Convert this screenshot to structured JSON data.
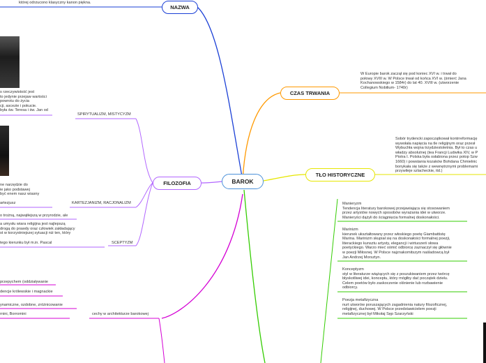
{
  "center": "BAROK",
  "branches": {
    "nazwa": "NAZWA",
    "czas": "CZAS TRWANIA",
    "tlo": "TŁO HISTORYCZNE",
    "filozofia": "FILOZOFIA"
  },
  "texts": {
    "nazwa_top": "której odrzucono klasyczny kanon piękna.",
    "czas": "W Europie barok zaczął się pod koniec XVI w. i trwał do\npołowy XVIII w. W Polsce trwał od końca XVI w. (śmierć Jana\nKochanowskiego w 1584r) do lat 40. XVIII w. (utworzenie\nCollegium Nobilium- 1740r)",
    "tlo": "Sobór trydencki zapoczątkował kontrreformację\nwywołała napięcia na tle religijnym oraz przesł\nWybuchła wojna trzydziestoletnia. Był to czas u\nwładzy absolutnej (tea Francji Ludwika XIV, w P\nPiotra I. Polska była osłabiona przez potop Szw\n1660) i powstania kozaków Bohdana Chmielnic\nbonykała się także z wewnętrznymi problemami\nprzywileje szlacheckie, itd.)",
    "manieryzm": "Manieryzm\nTendencja literatury barokowej przejawiająca się stosowaniem\nprzez artystów nowych sposobów wyrażania idei w utworze.\nManieryści dążyli do ściągnięcia formalnej doskonałości.",
    "marinizm": "Marinizm\nkierunek ukształtowany przez włoskiego poetę Giambattistę\nMarina. Marinizm skupiał się na doskonałości formalnej poezji,\nliterackiego kunsztu artysty, elegancji i wirtuozerii słowa\npoetyckiego. Warzo mieć ośmić odbiorcę zaznaczył się głównie\nw poezji Miłosnej. W Polsce najznakomitszym naśladowcą był\nJan Andrzej Morsztyn.",
    "koncept": "Konceptyzm\nstyl w literaturze wiążących się z poszukiwaniem przez twórcę\nbłyskotliwej idei, konceptu, który mógłby dać początek dziełu.\nCelem poetów było zaskoczenie olśnienie lub rozbawienie\nodbiorcy.",
    "poezja": "Poezja metafizyczna\nnurt utworów poruszających zagadnienia natury filozoficznej,\nreligijnej, duchowej. W Polsce przedstawicielem poezji\nmetafizycznej był Mikołaj Sęp Szarzyński",
    "spir_text": "s rzeczywistość jest\nto jedynie przejaw wartości\n powrotu do życia\ncji, ascezie i pokucie.\nbyła św. Teresa i św. Jan od",
    "kart_text": "ne narzędzie do\nie jako podstawej\n być enem nasz wiasny",
    "kart_cut": "artezjusz",
    "scept_a": "o trożną, najwątłejszą w przyrodzie, ale",
    "scept_b": "a umysłu wiara religijna jest najlepszą\ndrogą do prawdy oraz człowiek zakładający\nst w korzystniejszej sytuacji niż ten, który",
    "scept_c": " tego kierunku był m.in. Pascal",
    "arch_a": "przepychem (oddziaływanie",
    "arch_b": "dencje królewskie i magnackie",
    "arch_c": "ynamiczne, ozdobne, zróżnicowanie",
    "arch_d": "rnini, Borromini"
  },
  "labels": {
    "spir": "SPIRYTUALIZM, MISTYCYZM",
    "kart": "KARTEZJANIZM, RACJONALIZM",
    "scept": "SCEPTYZM",
    "arch": "cechy w architekturze barokowej"
  },
  "colors": {
    "blue": "#1a3fd6",
    "orange": "#ff9900",
    "yellow": "#e6e600",
    "purple": "#b266ff",
    "magenta": "#d400d4",
    "green": "#33cc00",
    "center_border": "#4a90d9"
  }
}
